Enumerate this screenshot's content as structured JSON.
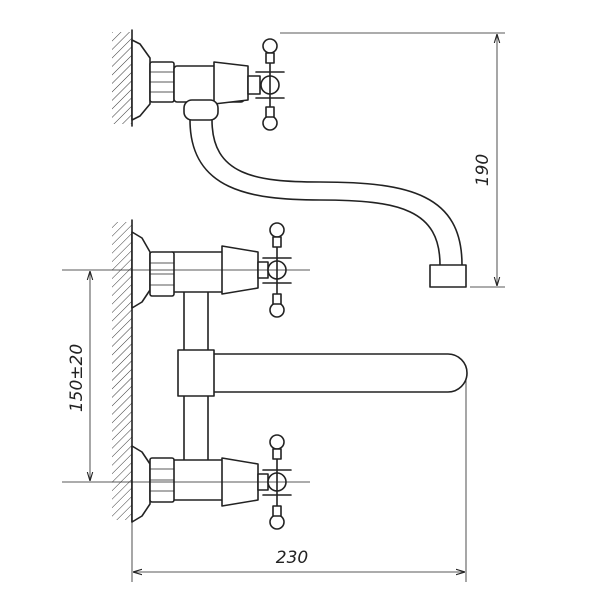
{
  "dimensions": {
    "height_spout": "190",
    "center_spacing": "150±20",
    "total_length": "230"
  }
}
